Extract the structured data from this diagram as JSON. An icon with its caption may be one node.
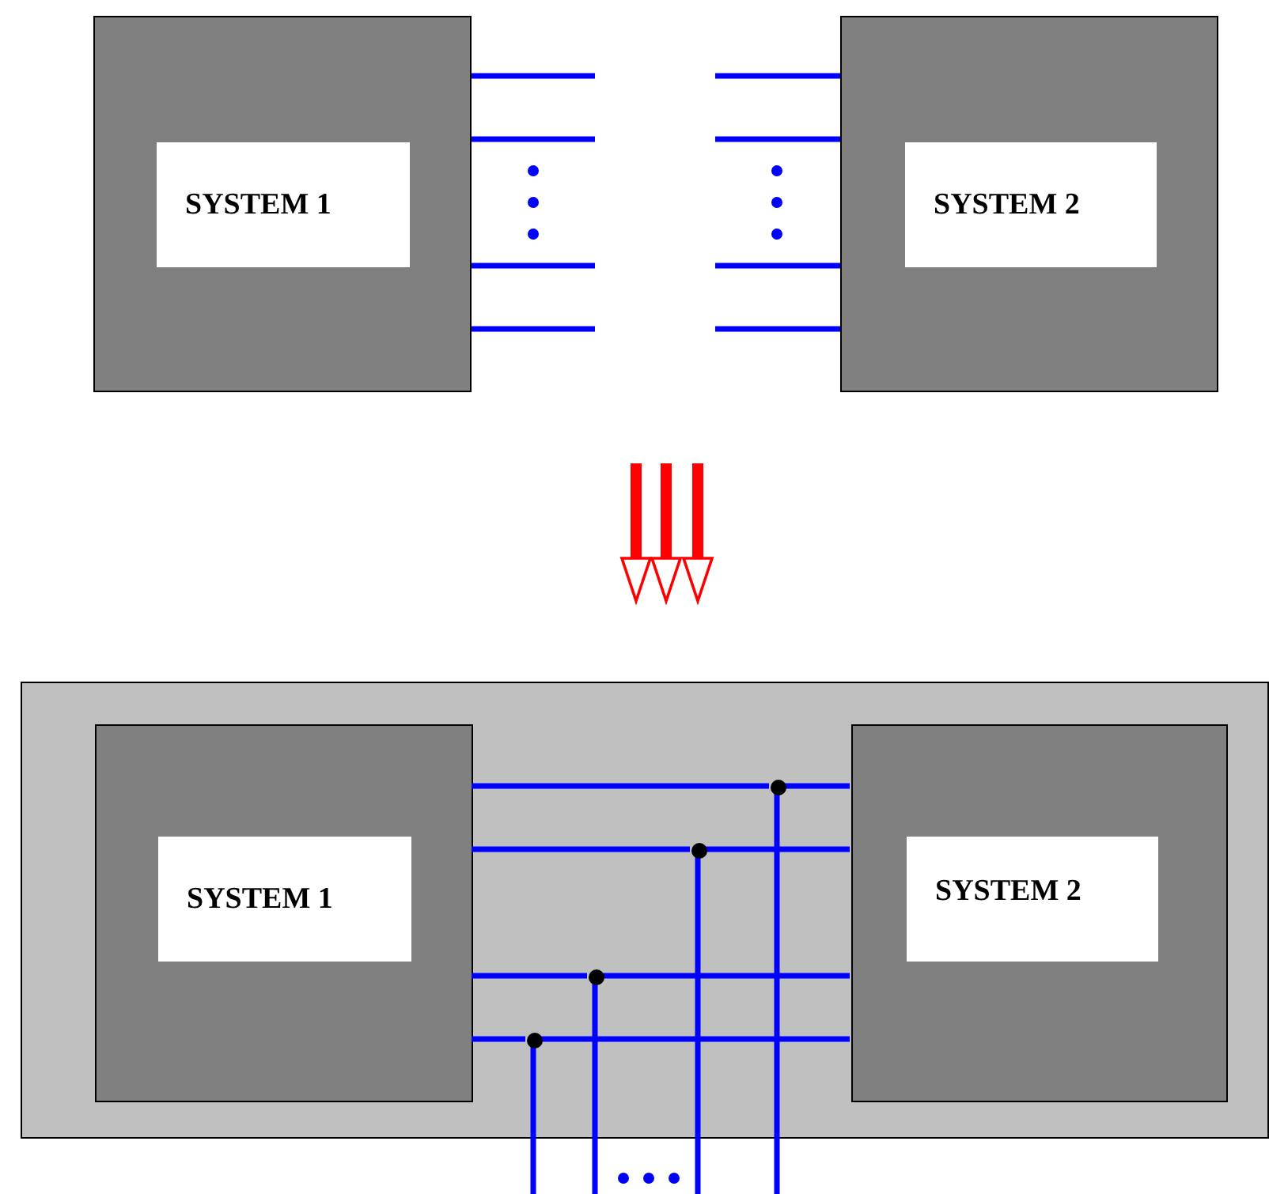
{
  "diagram": {
    "nodes": [
      {
        "text": [],
        "shape": "box"
      },
      {
        "text": [
          "SYSTEM 1"
        ],
        "in": 0
      },
      {
        "text": [],
        "shape": "box"
      },
      {
        "text": [
          "SYSTEM 2"
        ],
        "in": 2
      },
      {
        "text": [],
        "shape": "box"
      },
      {
        "text": [],
        "shape": "box",
        "in": 4
      },
      {
        "text": [
          "SYSTEM 1"
        ],
        "in": 5
      },
      {
        "text": [],
        "shape": "box",
        "in": 4
      },
      {
        "text": [
          "SYSTEM 2"
        ],
        "in": 7
      },
      {
        "text": [],
        "shape": "circle",
        "in": 4
      },
      {
        "text": [],
        "shape": "circle",
        "in": 4
      },
      {
        "text": [],
        "shape": "circle",
        "in": 4
      },
      {
        "text": [],
        "shape": "circle",
        "in": 4
      }
    ],
    "edges": [
      {
        "from": 0,
        "to": null,
        "arrow": "none"
      },
      {
        "from": 0,
        "to": null,
        "arrow": "none"
      },
      {
        "from": 0,
        "to": null,
        "arrow": "none"
      },
      {
        "from": 0,
        "to": null,
        "arrow": "none"
      },
      {
        "from": 2,
        "to": null,
        "arrow": "none"
      },
      {
        "from": 2,
        "to": null,
        "arrow": "none"
      },
      {
        "from": 2,
        "to": null,
        "arrow": "none"
      },
      {
        "from": 2,
        "to": null,
        "arrow": "none"
      },
      {
        "from": 5,
        "to": 9,
        "arrow": "none"
      },
      {
        "from": 9,
        "to": 7,
        "arrow": "none"
      },
      {
        "from": 9,
        "to": null,
        "arrow": "none"
      },
      {
        "from": 5,
        "to": 10,
        "arrow": "none"
      },
      {
        "from": 10,
        "to": 7,
        "arrow": "none"
      },
      {
        "from": 10,
        "to": null,
        "arrow": "none"
      },
      {
        "from": 5,
        "to": 11,
        "arrow": "none"
      },
      {
        "from": 11,
        "to": 7,
        "arrow": "none"
      },
      {
        "from": 11,
        "to": null,
        "arrow": "none"
      },
      {
        "from": 5,
        "to": 12,
        "arrow": "none"
      },
      {
        "from": 12,
        "to": 7,
        "arrow": "none"
      },
      {
        "from": 12,
        "to": null,
        "arrow": "none"
      }
    ]
  }
}
